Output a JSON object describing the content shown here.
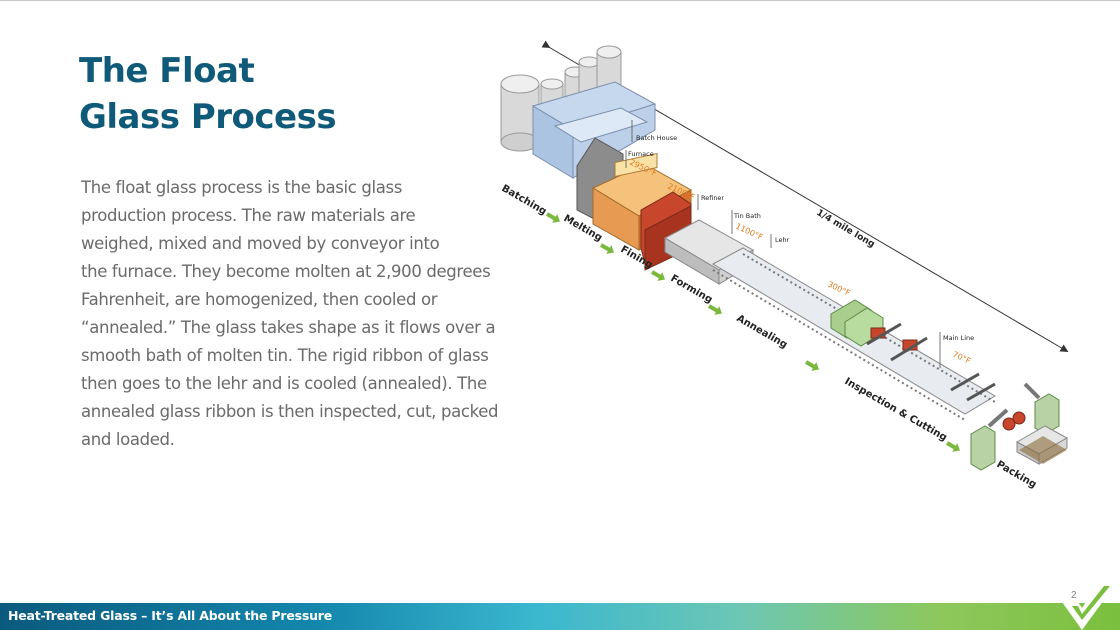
{
  "slide": {
    "title_lines": [
      "The Float",
      "Glass Process"
    ],
    "body_lines": [
      "The float glass process is the basic glass",
      "production process. The raw materials are",
      "weighed, mixed and moved by conveyor into",
      "the furnace. They become molten at 2,900 degrees",
      "Fahrenheit, are homogenized, then cooled or",
      "“annealed.” The glass takes shape as it flows over a",
      "smooth bath of molten tin. The rigid ribbon of glass",
      "then goes to the lehr and is cooled (annealed). The",
      "annealed glass ribbon is then inspected, cut, packed",
      "and loaded."
    ],
    "page_number": "2"
  },
  "diagram": {
    "stages": [
      "Batching",
      "Melting",
      "Fining",
      "Forming",
      "Annealing",
      "Inspection & Cutting",
      "Packing"
    ],
    "components": [
      "Batch House",
      "Furnace",
      "Refiner",
      "Tin Bath",
      "Lehr",
      "Main Line"
    ],
    "temperatures": [
      "2950°F",
      "2100°F",
      "1100°F",
      "300°F",
      "70°F"
    ],
    "length_label": "1/4 mile long",
    "colors": {
      "stage_arrow": "#7ab83e",
      "temperature": "#e07b1f",
      "furnace": "#c8462c",
      "batch_house": "#aac4e2",
      "inspection_units": "#a9cf8f"
    }
  },
  "footer": {
    "title": "Heat-Treated Glass – It’s All About the Pressure",
    "colors": [
      "#0a5a7e",
      "#3bb7cf",
      "#7bbf3e"
    ]
  }
}
